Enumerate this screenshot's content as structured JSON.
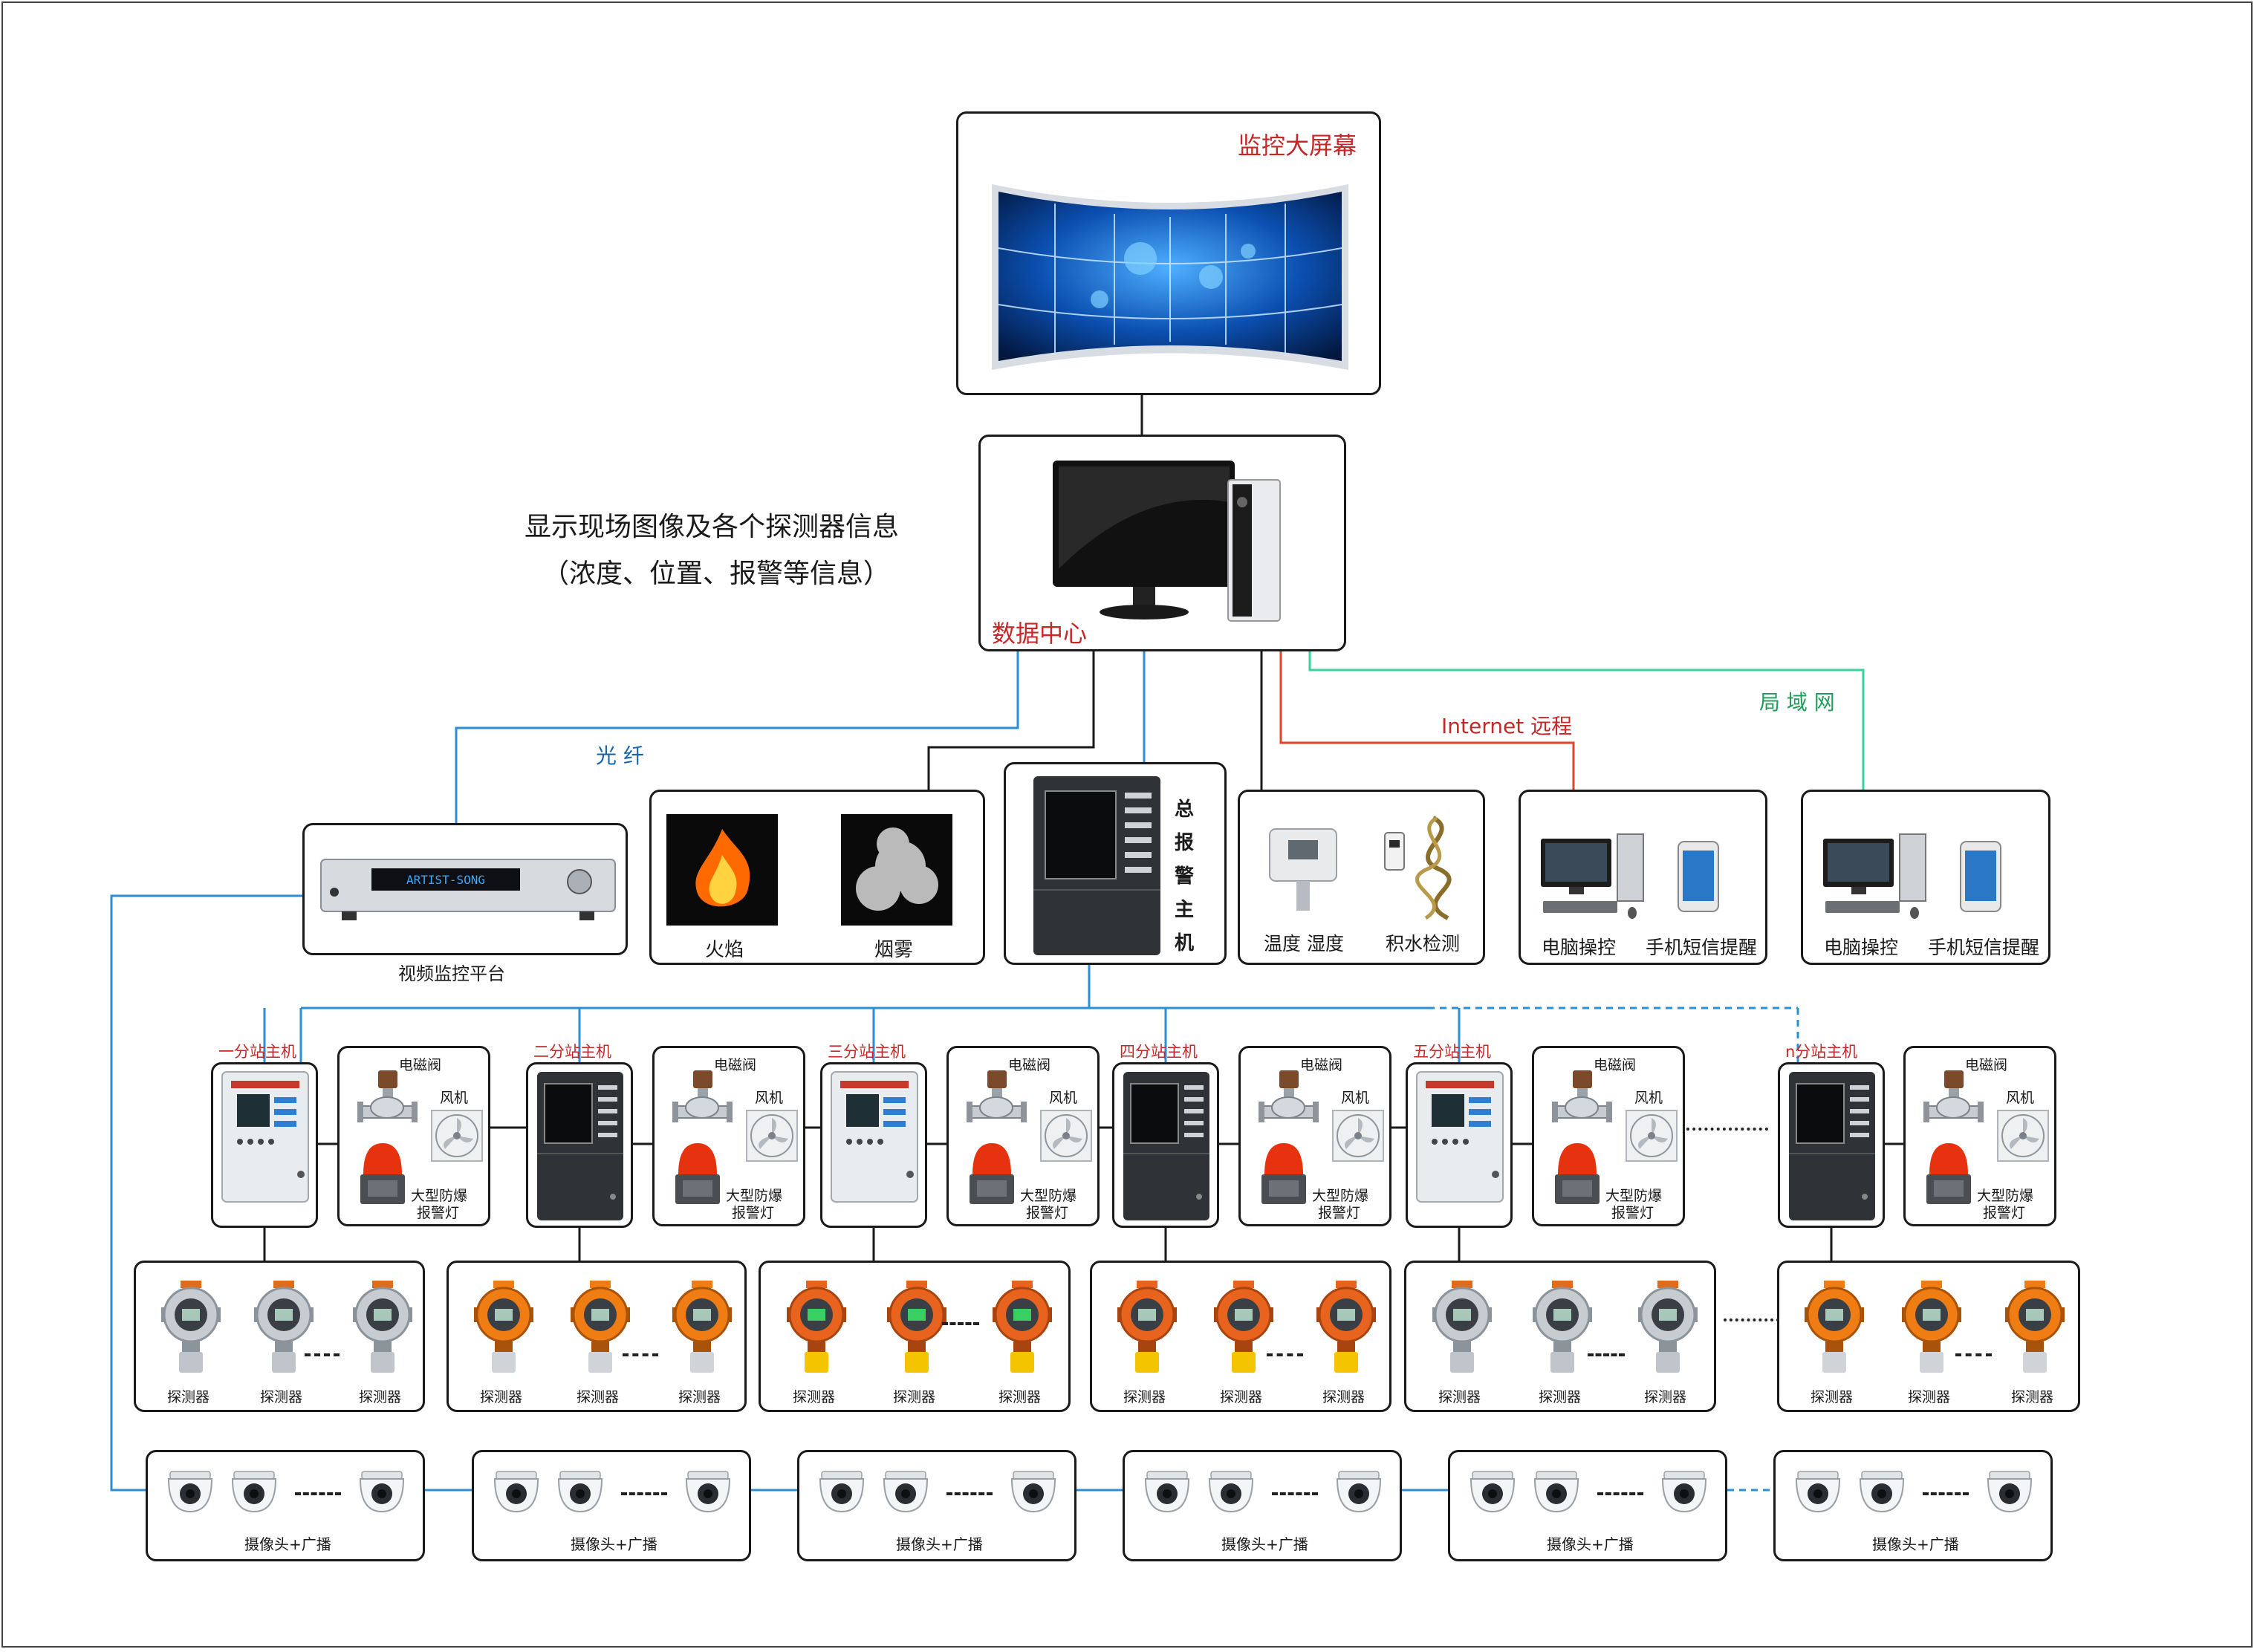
{
  "colors": {
    "fiber": "#2a8fd4",
    "internet": "#e2452b",
    "lan": "#36d39a",
    "wire": "#1a1a1a",
    "label_red": "#c62828",
    "label_blue": "#1565a8",
    "label_green": "#1e9e5a",
    "detector_silver": "#c7ccd1",
    "detector_orange": "#ef7d14",
    "detector_yellow": "#f5c400",
    "detector_red_orange": "#e8641e"
  },
  "screen": {
    "label": "监控大屏幕",
    "icon": "video-wall-icon"
  },
  "datacenter": {
    "label": "数据中心",
    "icon": "desktop-computer-icon"
  },
  "info": {
    "line1": "显示现场图像及各个探测器信息",
    "line2": "（浓度、位置、报警等信息）"
  },
  "links": {
    "fiber": "光 纤",
    "internet": "Internet 远程",
    "lan": "局 域 网"
  },
  "video_platform": {
    "label": "视频监控平台",
    "display": "ARTIST-SONG",
    "icon": "video-recorder-icon"
  },
  "fire_smoke": {
    "fire": "火焰",
    "smoke": "烟雾"
  },
  "main_alarm": {
    "label": "总报警主机",
    "chars": [
      "总",
      "报",
      "警",
      "主",
      "机"
    ]
  },
  "sensors": {
    "temp_humidity": "温度 湿度",
    "water_leak": "积水检测"
  },
  "remote": {
    "pc": "电脑操控",
    "sms": "手机短信提醒"
  },
  "lan_box": {
    "pc": "电脑操控",
    "sms": "手机短信提醒"
  },
  "devices": {
    "valve": "电磁阀",
    "fan": "风机",
    "lamp_line1": "大型防爆",
    "lamp_line2": "报警灯",
    "detector": "探测器",
    "camera": "摄像头+广播"
  },
  "substations": [
    {
      "label": "一分站主机",
      "type": "panel-light",
      "detector": "silver"
    },
    {
      "label": "二分站主机",
      "type": "cabinet-dark",
      "detector": "orange"
    },
    {
      "label": "三分站主机",
      "type": "panel-light",
      "detector": "yellow"
    },
    {
      "label": "四分站主机",
      "type": "cabinet-dark",
      "detector": "redorange"
    },
    {
      "label": "五分站主机",
      "type": "panel-light",
      "detector": "silver"
    },
    {
      "label": "n分站主机",
      "type": "cabinet-dark",
      "detector": "orange"
    }
  ]
}
